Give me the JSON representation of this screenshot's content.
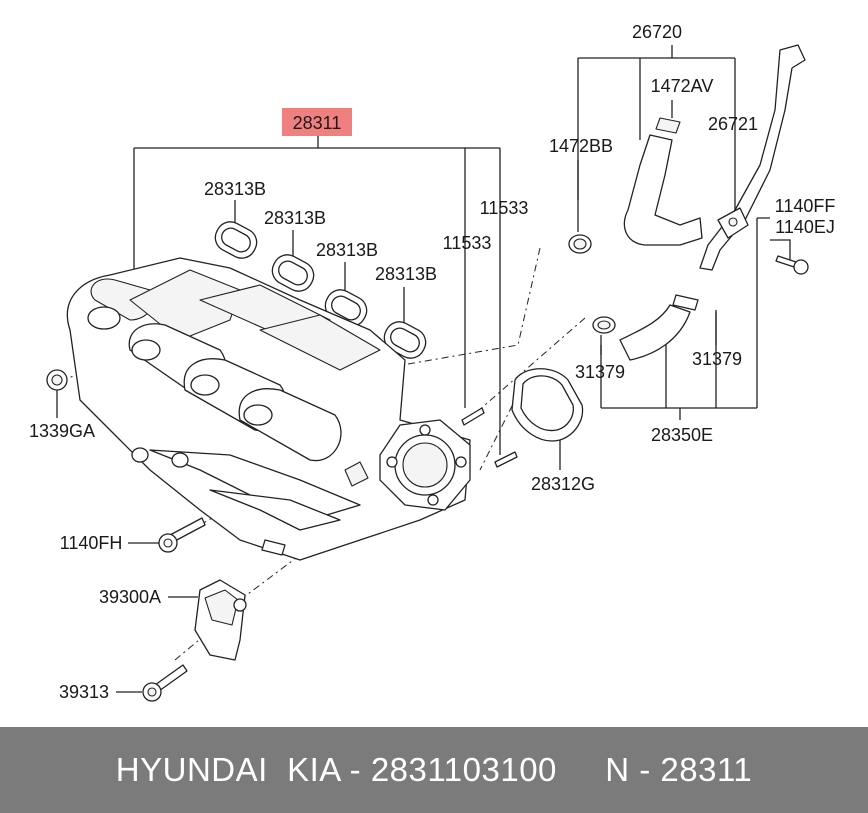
{
  "diagram": {
    "main_part": {
      "number": "28311",
      "highlight_color": "#f08080"
    },
    "labels": {
      "l26720": "26720",
      "l1472AV": "1472AV",
      "l1472BB": "1472BB",
      "l26721": "26721",
      "l28313B_1": "28313B",
      "l28313B_2": "28313B",
      "l28313B_3": "28313B",
      "l28313B_4": "28313B",
      "l11533_1": "11533",
      "l11533_2": "11533",
      "l1140FF": "1140FF",
      "l1140EJ": "1140EJ",
      "l31379_1": "31379",
      "l31379_2": "31379",
      "l28350E": "28350E",
      "l28312G": "28312G",
      "l1339GA": "1339GA",
      "l1140FH": "1140FH",
      "l39300A": "39300A",
      "l39313": "39313"
    }
  },
  "footer": {
    "text": "HYUNDAI  KIA - 2831103100     N - 28311",
    "background": "#7b7b7b"
  }
}
